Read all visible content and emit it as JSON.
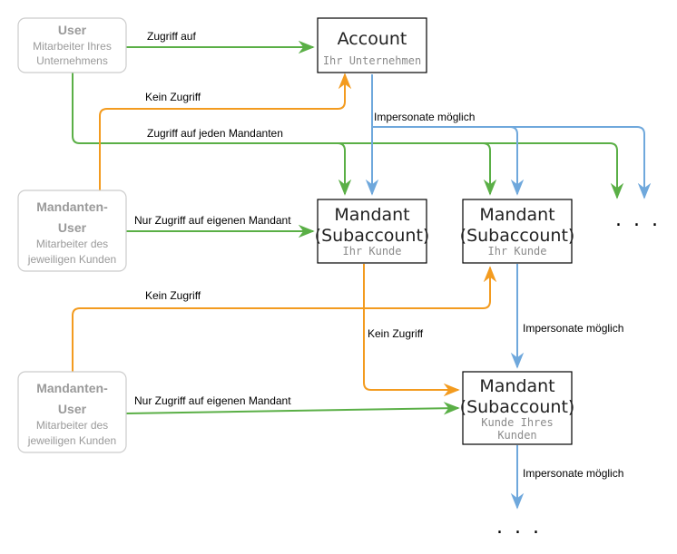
{
  "colors": {
    "green": "#5AAF46",
    "orange": "#F39B1F",
    "blue": "#6FA8DC",
    "user_border": "#CCCCCC",
    "node_border": "#000000"
  },
  "nodes": {
    "account": {
      "title": "Account",
      "subtitle": "Ihr Unternehmen"
    },
    "mandant_a": {
      "title_line1": "Mandant",
      "title_line2": "(Subaccount)",
      "subtitle": "Ihr Kunde"
    },
    "mandant_b": {
      "title_line1": "Mandant",
      "title_line2": "(Subaccount)",
      "subtitle": "Ihr Kunde"
    },
    "mandant_c": {
      "title_line1": "Mandant",
      "title_line2": "(Subaccount)",
      "subtitle_line1": "Kunde Ihres",
      "subtitle_line2": "Kunden"
    }
  },
  "users": {
    "user": {
      "title": "User",
      "sub_line1": "Mitarbeiter Ihres",
      "sub_line2": "Unternehmens"
    },
    "mandanten_user_1": {
      "title_line1": "Mandanten-",
      "title_line2": "User",
      "sub_line1": "Mitarbeiter des",
      "sub_line2": "jeweiligen Kunden"
    },
    "mandanten_user_2": {
      "title_line1": "Mandanten-",
      "title_line2": "User",
      "sub_line1": "Mitarbeiter des",
      "sub_line2": "jeweiligen Kunden"
    }
  },
  "edge_labels": {
    "zugriff_auf": "Zugriff auf",
    "kein_zugriff_1": "Kein Zugriff",
    "zugriff_jeden": "Zugriff auf jeden Mandanten",
    "impersonate_1": "Impersonate möglich",
    "nur_zugriff_1": "Nur Zugriff auf eigenen Mandant",
    "kein_zugriff_2": "Kein Zugriff",
    "kein_zugriff_3": "Kein Zugriff",
    "impersonate_2": "Impersonate möglich",
    "nur_zugriff_2": "Nur Zugriff auf eigenen Mandant",
    "impersonate_3": "Impersonate möglich"
  },
  "ellipsis": {
    "right": ". . .",
    "bottom": ". . ."
  }
}
